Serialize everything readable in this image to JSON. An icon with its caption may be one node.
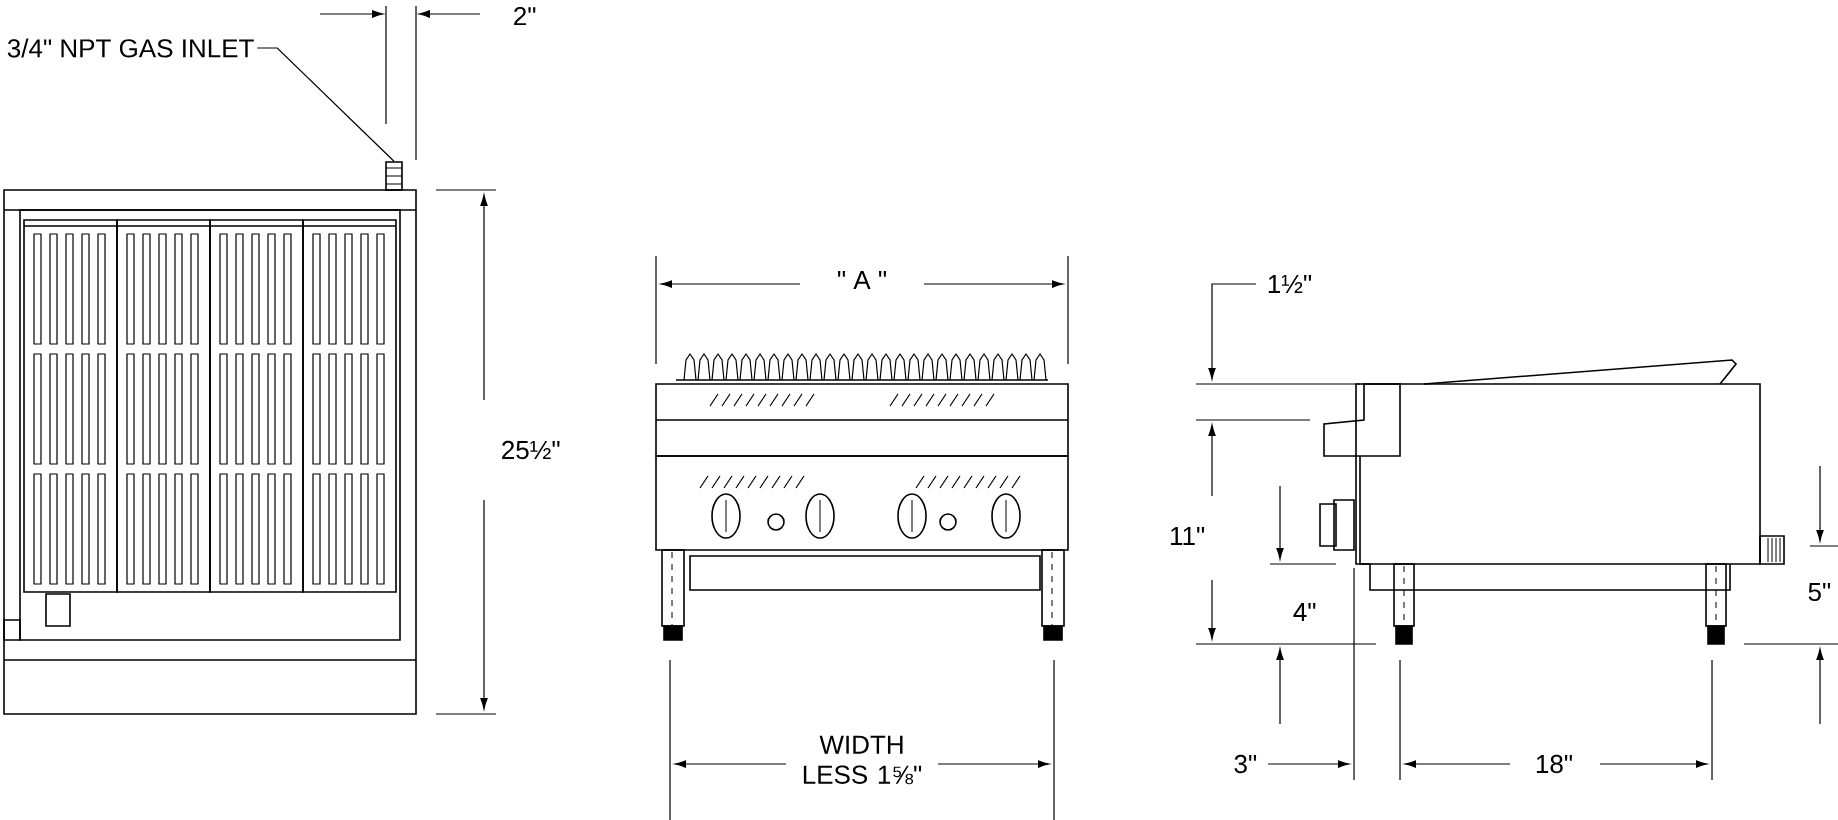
{
  "diagram": {
    "nodes": [
      {
        "text": [
          "3/4\" NPT GAS INLET"
        ]
      },
      {
        "text": [],
        "shape": "box"
      }
    ],
    "edges": [
      {
        "from": 0,
        "to": 1,
        "arrow": "none"
      }
    ],
    "labels": [
      "2\"",
      "\" A \"",
      "1½\"",
      "25½\"",
      "11\"",
      "4\"",
      "5\"",
      "WIDTH LESS 1⅝\"",
      "3\"",
      "18\""
    ]
  }
}
